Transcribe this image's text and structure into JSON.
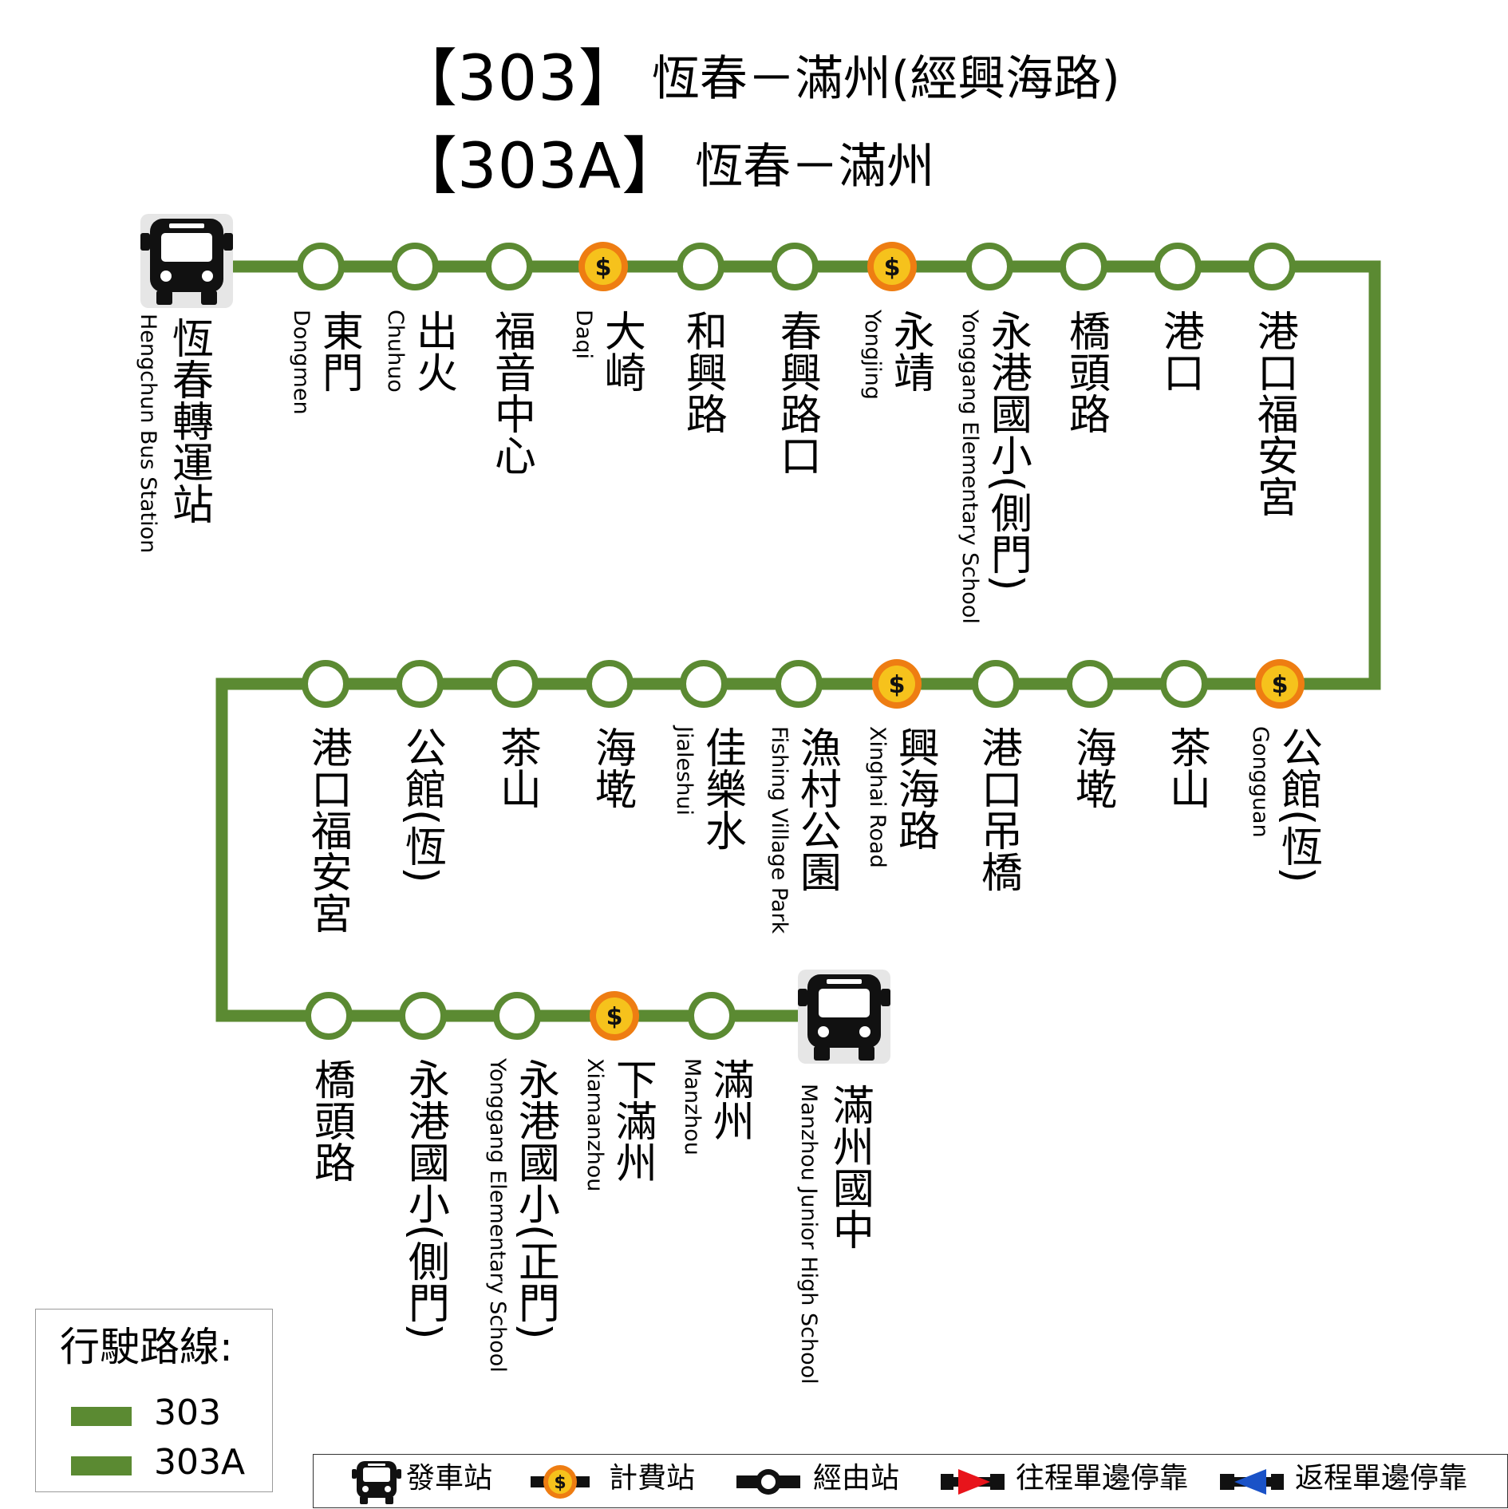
{
  "title": {
    "line1": {
      "open": "【",
      "number": "303",
      "close": "】",
      "name": "恆春－滿州(經興海路)"
    },
    "line2": {
      "open": "【",
      "number": "303A",
      "close": "】",
      "name": "恆春－滿州"
    }
  },
  "colors": {
    "route": "#5b8a32",
    "stop_fill": "#ffffff",
    "fare_gold": "#f6c21c",
    "fare_orange": "#ee7d12",
    "outbound_arrow": "#e8141b",
    "return_arrow": "#1a52c7"
  },
  "terminals": {
    "start": {
      "zh": "恆春轉運站",
      "en": "Hengchun Bus Station",
      "icon": "bus-icon"
    },
    "end": {
      "zh": "滿州國中",
      "en": "Manzhou Junior High School",
      "icon": "bus-icon"
    }
  },
  "rows": [
    {
      "stops": [
        {
          "zh": "東門",
          "en": "Dongmen",
          "fare": false
        },
        {
          "zh": "出火",
          "en": "Chuhuo",
          "fare": false
        },
        {
          "zh": "福音中心",
          "en": "",
          "fare": false
        },
        {
          "zh": "大崎",
          "en": "Daqi",
          "fare": true
        },
        {
          "zh": "和興路",
          "en": "",
          "fare": false
        },
        {
          "zh": "春興路口",
          "en": "",
          "fare": false
        },
        {
          "zh": "永靖",
          "en": "Yongjing",
          "fare": true
        },
        {
          "zh": "永港國小(側門)",
          "en": "Yonggang Elementary School",
          "fare": false
        },
        {
          "zh": "橋頭路",
          "en": "",
          "fare": false
        },
        {
          "zh": "港口",
          "en": "",
          "fare": false
        },
        {
          "zh": "港口福安宮",
          "en": "",
          "fare": false
        }
      ]
    },
    {
      "stops": [
        {
          "zh": "公館(恆)",
          "en": "Gongguan",
          "fare": true
        },
        {
          "zh": "茶山",
          "en": "",
          "fare": false
        },
        {
          "zh": "海墘",
          "en": "",
          "fare": false
        },
        {
          "zh": "港口吊橋",
          "en": "",
          "fare": false
        },
        {
          "zh": "興海路",
          "en": "Xinghai Road",
          "fare": true
        },
        {
          "zh": "漁村公園",
          "en": "Fishing Village Park",
          "fare": false
        },
        {
          "zh": "佳樂水",
          "en": "Jialeshui",
          "fare": false
        },
        {
          "zh": "海墘",
          "en": "",
          "fare": false
        },
        {
          "zh": "茶山",
          "en": "",
          "fare": false
        },
        {
          "zh": "公館(恆)",
          "en": "",
          "fare": false
        },
        {
          "zh": "港口福安宮",
          "en": "",
          "fare": false
        }
      ]
    },
    {
      "stops": [
        {
          "zh": "橋頭路",
          "en": "",
          "fare": false
        },
        {
          "zh": "永港國小(側門)",
          "en": "",
          "fare": false
        },
        {
          "zh": "永港國小(正門)",
          "en": "Yonggang Elementary School",
          "fare": false
        },
        {
          "zh": "下滿州",
          "en": "Xiamanzhou",
          "fare": true
        },
        {
          "zh": "滿州",
          "en": "Manzhou",
          "fare": false
        }
      ]
    }
  ],
  "legend": {
    "title": "行駛路線:",
    "routes": [
      {
        "label": "303",
        "color": "#5b8a32"
      },
      {
        "label": "303A",
        "color": "#5b8a32"
      }
    ]
  },
  "key": [
    {
      "icon": "bus-icon",
      "label": "發車站"
    },
    {
      "icon": "fare-station-icon",
      "label": "計費站"
    },
    {
      "icon": "stop-icon",
      "label": "經由站"
    },
    {
      "icon": "outbound-arrow-icon",
      "label": "往程單邊停靠"
    },
    {
      "icon": "return-arrow-icon",
      "label": "返程單邊停靠"
    }
  ]
}
